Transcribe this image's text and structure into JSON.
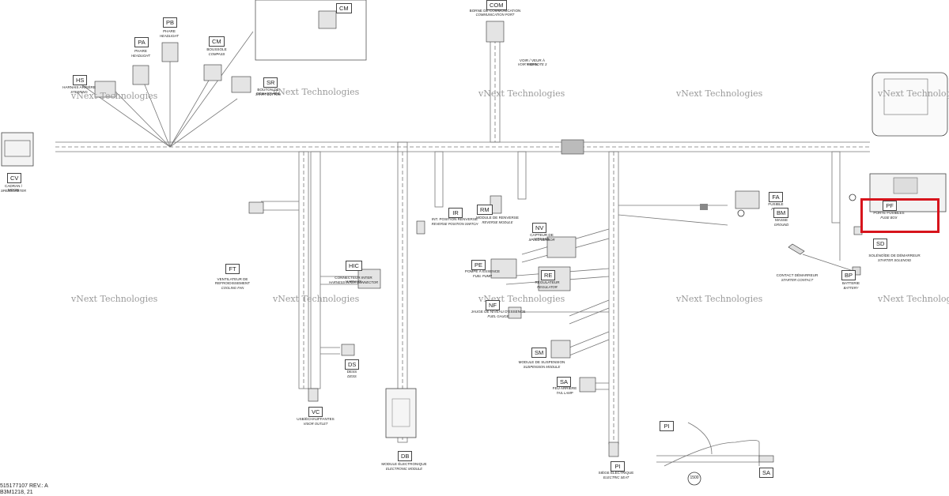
{
  "watermark": "vNext Technologies",
  "highlight_color": "#d7141c",
  "footer": {
    "line1": "515177107 REV.: A",
    "line2": "B3M1218, 21"
  },
  "components": [
    {
      "id": "cv",
      "code": "CV",
      "fr": "CADRAN / MOON",
      "en": "SPEEDOMETER"
    },
    {
      "id": "hs",
      "code": "HS",
      "fr": "HARNAIS ARRIÈRE",
      "en": "STEERING"
    },
    {
      "id": "pa",
      "code": "PA",
      "fr": "PHARE",
      "en": "HEADLIGHT"
    },
    {
      "id": "pb",
      "code": "PB",
      "fr": "PHARE",
      "en": "HEADLIGHT"
    },
    {
      "id": "cm",
      "code": "CM",
      "fr": "BOUSSOLE",
      "en": "COMPASS"
    },
    {
      "id": "cm2",
      "code": "CM",
      "fr": "",
      "en": ""
    },
    {
      "id": "sr",
      "code": "SR",
      "fr": "BOUTON DE DÉMARRAGE",
      "en": "START BUTTON"
    },
    {
      "id": "com",
      "code": "COM",
      "fr": "BORNE DE COMMUNICATION",
      "en": "COMMUNICATION PORT"
    },
    {
      "id": "note",
      "code": "",
      "fr": "VOIR / VEUR À WORK",
      "en": "VOIR Y 9E NOTE 3"
    },
    {
      "id": "fa",
      "code": "FA",
      "fr": "FUSIBLE",
      "en": "FUSE"
    },
    {
      "id": "bm",
      "code": "BM",
      "fr": "MASSE",
      "en": "GROUND"
    },
    {
      "id": "pf",
      "code": "PF",
      "fr": "PORTE FUSIBLES",
      "en": "FUSE BOX"
    },
    {
      "id": "sd",
      "code": "SD",
      "fr": "SOLÉNOÏDE DE DÉMARREUR",
      "en": "STARTER SOLENOID"
    },
    {
      "id": "bp",
      "code": "BP",
      "fr": "BATTERIE",
      "en": "BATTERY"
    },
    {
      "id": "cs",
      "code": "",
      "fr": "CONTACT DÉMARREUR",
      "en": "STARTER CONTACT"
    },
    {
      "id": "rm",
      "code": "RM",
      "fr": "MODULE DE RENVERSE",
      "en": "REVERSE MODULE"
    },
    {
      "id": "ir",
      "code": "IR",
      "fr": "INT. POSITION RENVERSE",
      "en": "REVERSE POSITION SWITCH"
    },
    {
      "id": "nv",
      "code": "NV",
      "fr": "CAPTEUR DE VITESSE",
      "en": "SPEED SENSOR"
    },
    {
      "id": "pe",
      "code": "PE",
      "fr": "POMPE À ESSENCE",
      "en": "FUEL PUMP"
    },
    {
      "id": "re",
      "code": "RE",
      "fr": "RÉGULATEUR",
      "en": "REGULATOR"
    },
    {
      "id": "nf",
      "code": "NF",
      "fr": "JAUGE DE NIVEAU D'ESSENCE",
      "en": "FUEL GAUGE"
    },
    {
      "id": "sm",
      "code": "SM",
      "fr": "MODULE DE SUSPENSION",
      "en": "SUSPENSION MODULE"
    },
    {
      "id": "sa",
      "code": "SA",
      "fr": "FEU ARRIÈRE",
      "en": "TAIL LAMP"
    },
    {
      "id": "pi",
      "code": "PI",
      "fr": "SIÈGE ÉLECTRIQUE",
      "en": "ELECTRIC SEAT"
    },
    {
      "id": "pi2",
      "code": "PI",
      "fr": "",
      "en": ""
    },
    {
      "id": "sa2",
      "code": "SA",
      "fr": "",
      "en": ""
    },
    {
      "id": "ft",
      "code": "FT",
      "fr": "VENTILATEUR DE REFROIDISSEMENT",
      "en": "COOLING FAN"
    },
    {
      "id": "hc",
      "code": "HIC",
      "fr": "CONNECTEUR INTER HARNAIS",
      "en": "HARNESS INTER CONNECTOR"
    },
    {
      "id": "ds",
      "code": "DS",
      "fr": "DESS",
      "en": "DESS"
    },
    {
      "id": "vc",
      "code": "VC",
      "fr": "USB/ÉCHAUFFANTES",
      "en": "VISOR OUTLET"
    },
    {
      "id": "db",
      "code": "DB",
      "fr": "MODULE ÉLECTRONIQUE",
      "en": "ELECTRONIC MODULE"
    },
    {
      "id": "len",
      "code": "1500",
      "fr": "",
      "en": ""
    }
  ]
}
